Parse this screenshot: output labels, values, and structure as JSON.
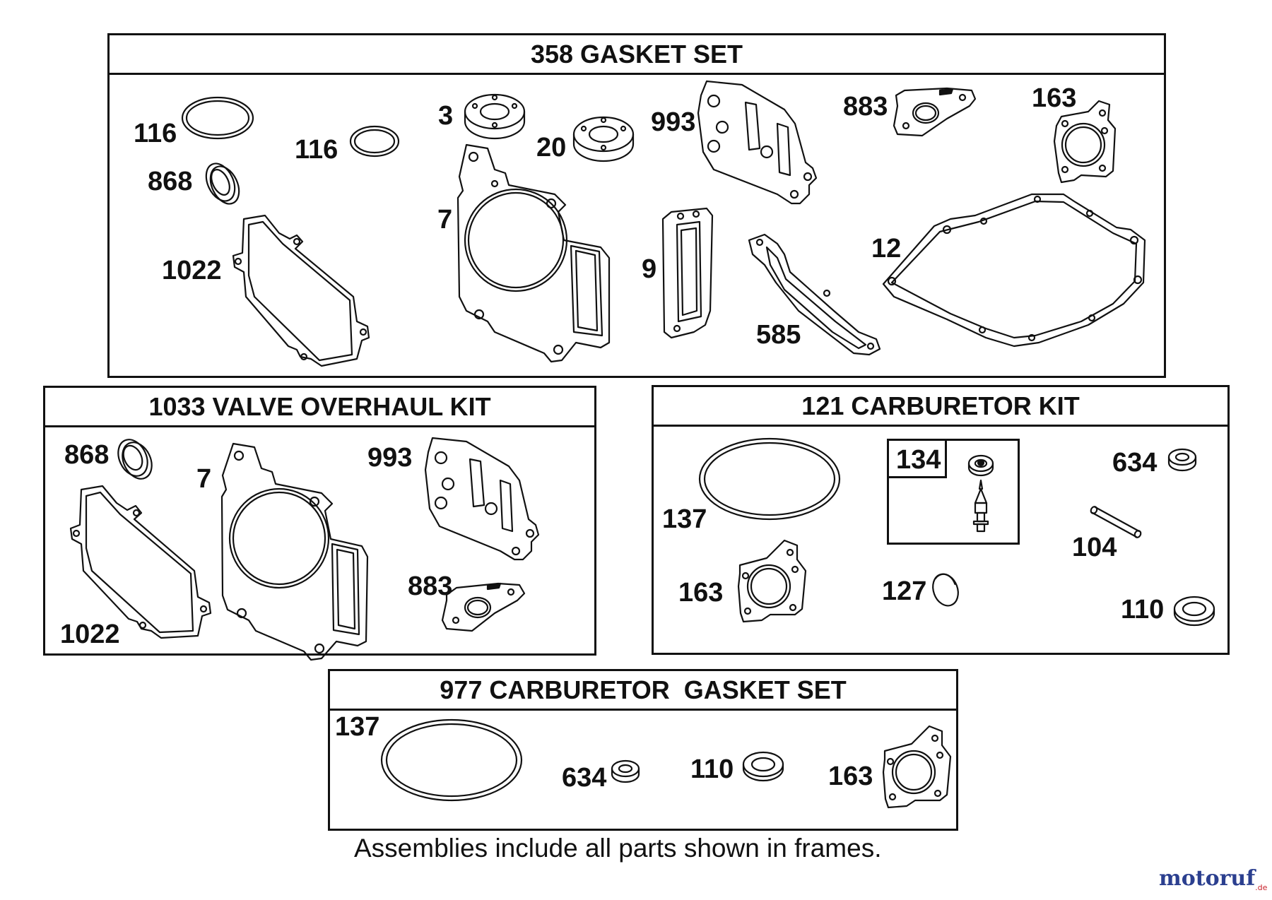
{
  "frames": {
    "gasket_set": {
      "title": "358 GASKET SET"
    },
    "valve_kit": {
      "title": "1033 VALVE OVERHAUL KIT"
    },
    "carb_kit": {
      "title": "121 CARBURETOR KIT"
    },
    "carb_gasket_set": {
      "title": "977 CARBURETOR  GASKET SET"
    }
  },
  "labels": {
    "gasket_set": [
      "116",
      "116",
      "868",
      "1022",
      "3",
      "20",
      "7",
      "993",
      "9",
      "585",
      "883",
      "163",
      "12"
    ],
    "valve_kit": [
      "868",
      "7",
      "993",
      "1022",
      "883"
    ],
    "carb_kit": [
      "137",
      "134",
      "634",
      "104",
      "163",
      "127",
      "110"
    ],
    "carb_gasket_set": [
      "137",
      "634",
      "110",
      "163"
    ]
  },
  "footer": {
    "note": "Assemblies include all parts shown in frames."
  },
  "watermark": {
    "text": "motoruf",
    "suffix": ".de",
    "color_a": "#2b3f8f",
    "color_b": "#c8232c"
  }
}
